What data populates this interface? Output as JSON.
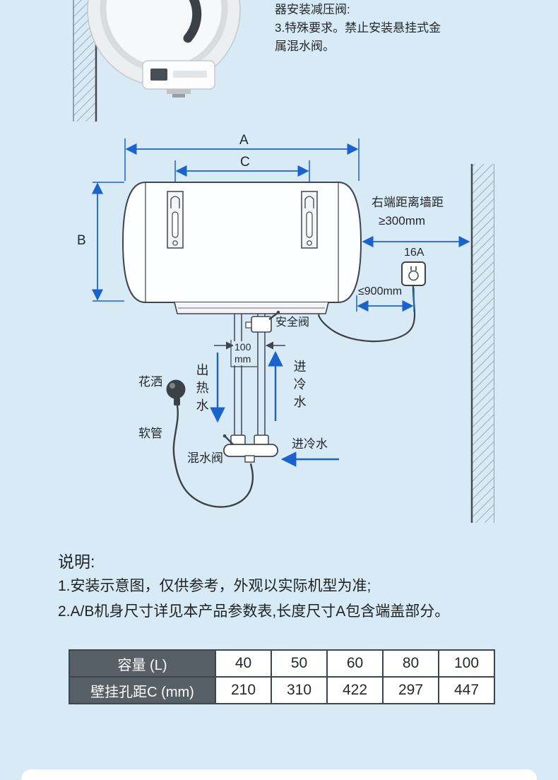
{
  "colors": {
    "background": "#d7eaf6",
    "dimension_blue": "#1a63cf",
    "outline_dark": "#3f454c",
    "text_dark": "#24282c",
    "table_header_bg": "#575f67",
    "hatch_gray": "#93a2ad"
  },
  "top_note": {
    "line1": "器安装减压阀:",
    "line2": "3.特殊要求。禁止安装悬挂式金",
    "line3": "属混水阀。"
  },
  "diagram": {
    "dim_a": "A",
    "dim_b": "B",
    "dim_c": "C",
    "wall_distance_line1": "右端距离墙距",
    "wall_distance_line2": "≥300mm",
    "socket_label": "16A",
    "cord_length": "≤900mm",
    "safety_valve": "安全阀",
    "gap_value": "100",
    "gap_unit": "mm",
    "hot_water_out": "出热水",
    "cold_water_in": "进冷水",
    "shower": "花洒",
    "hose": "软管",
    "mixing_valve": "混水阀",
    "cold_water_inlet": "进冷水"
  },
  "notes": {
    "title": "说明:",
    "line1": "1.安装示意图，仅供参考，外观以实际机型为准;",
    "line2": "2.A/B机身尺寸详见本产品参数表,长度尺寸A包含端盖部分。"
  },
  "spec_table": {
    "rows": [
      {
        "header": "容量 (L)",
        "values": [
          "40",
          "50",
          "60",
          "80",
          "100"
        ]
      },
      {
        "header": "壁挂孔距C (mm)",
        "values": [
          "210",
          "310",
          "422",
          "297",
          "447"
        ]
      }
    ]
  }
}
